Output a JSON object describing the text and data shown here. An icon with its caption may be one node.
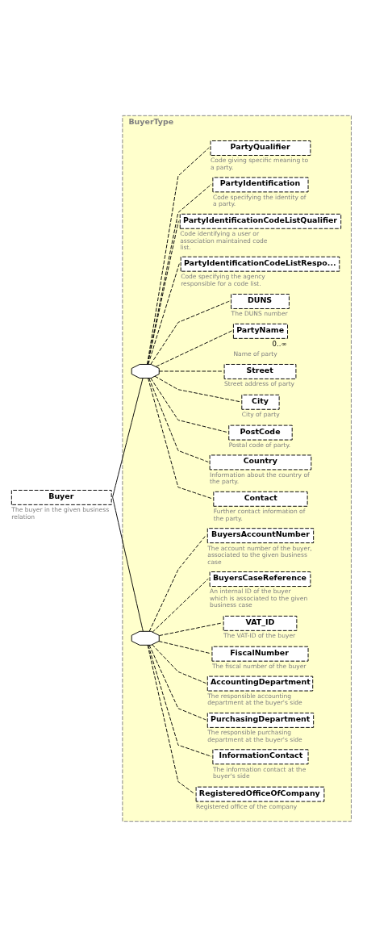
{
  "diagram": {
    "nodes": [
      {
        "text": [
          "Buyer"
        ],
        "beside": [
          "The buyer in the given business relation"
        ]
      },
      {
        "text": [
          "BuyerType"
        ]
      },
      {
        "text": [],
        "shape": "octagon",
        "in": 1
      },
      {
        "text": [
          "PartyQualifier"
        ],
        "beside": [
          "Code giving specific meaning to a party."
        ],
        "in": 1
      },
      {
        "text": [
          "PartyIdentification"
        ],
        "beside": [
          "Code specifying the identity of a party."
        ],
        "in": 1
      },
      {
        "text": [
          "PartyIdentificationCodeListQualifier"
        ],
        "beside": [
          "Code identifying a user or association maintained code list."
        ],
        "in": 1
      },
      {
        "text": [
          "PartyIdentificationCodeListRespo..."
        ],
        "beside": [
          "Code specifying the agency responsible for a code list."
        ],
        "in": 1
      },
      {
        "text": [
          "DUNS"
        ],
        "beside": [
          "The DUNS number"
        ],
        "in": 1
      },
      {
        "text": [
          "PartyName"
        ],
        "beside": [
          "0..∞",
          "Name of party"
        ],
        "in": 1
      },
      {
        "text": [
          "Street"
        ],
        "beside": [
          "Street address of party"
        ],
        "in": 1
      },
      {
        "text": [
          "City"
        ],
        "beside": [
          "City of party"
        ],
        "in": 1
      },
      {
        "text": [
          "PostCode"
        ],
        "beside": [
          "Postal code of party."
        ],
        "in": 1
      },
      {
        "text": [
          "Country"
        ],
        "beside": [
          "Information about the country of the party."
        ],
        "in": 1
      },
      {
        "text": [
          "Contact"
        ],
        "beside": [
          "Further contact information of the party."
        ],
        "in": 1
      },
      {
        "text": [],
        "shape": "octagon",
        "in": 1
      },
      {
        "text": [
          "BuyersAccountNumber"
        ],
        "beside": [
          "The account number of the buyer, associated to the given business case"
        ],
        "in": 1
      },
      {
        "text": [
          "BuyersCaseReference"
        ],
        "beside": [
          "An internal ID of the buyer which is associated to the given business case"
        ],
        "in": 1
      },
      {
        "text": [
          "VAT_ID"
        ],
        "beside": [
          "The VAT-ID of the buyer"
        ],
        "in": 1
      },
      {
        "text": [
          "FiscalNumber"
        ],
        "beside": [
          "The fiscal number of the buyer"
        ],
        "in": 1
      },
      {
        "text": [
          "AccountingDepartment"
        ],
        "beside": [
          "The responsible accounting department at the buyer's side"
        ],
        "in": 1
      },
      {
        "text": [
          "PurchasingDepartment"
        ],
        "beside": [
          "The responsible purchasing department at the buyer's side"
        ],
        "in": 1
      },
      {
        "text": [
          "InformationContact"
        ],
        "beside": [
          "The information contact at the buyer's side"
        ],
        "in": 1
      },
      {
        "text": [
          "RegisteredOfficeOfCompany"
        ],
        "beside": [
          "Registered office of the company"
        ],
        "in": 1
      }
    ],
    "edges": [
      {
        "from": 0,
        "to": 2,
        "arrow": "none"
      },
      {
        "from": 0,
        "to": 14,
        "arrow": "none"
      },
      {
        "from": 2,
        "to": 3,
        "arrow": "none",
        "style": "dashed"
      },
      {
        "from": 2,
        "to": 4,
        "arrow": "none",
        "style": "dashed"
      },
      {
        "from": 2,
        "to": 5,
        "arrow": "none",
        "style": "dashed"
      },
      {
        "from": 2,
        "to": 6,
        "arrow": "none",
        "style": "dashed"
      },
      {
        "from": 2,
        "to": 7,
        "arrow": "none",
        "style": "dashed"
      },
      {
        "from": 2,
        "to": 8,
        "arrow": "none",
        "style": "dashed"
      },
      {
        "from": 2,
        "to": 9,
        "arrow": "none",
        "style": "dashed"
      },
      {
        "from": 2,
        "to": 10,
        "arrow": "none",
        "style": "dashed"
      },
      {
        "from": 2,
        "to": 11,
        "arrow": "none",
        "style": "dashed"
      },
      {
        "from": 2,
        "to": 12,
        "arrow": "none",
        "style": "dashed"
      },
      {
        "from": 2,
        "to": 13,
        "arrow": "none",
        "style": "dashed"
      },
      {
        "from": 14,
        "to": 15,
        "arrow": "none",
        "style": "dashed"
      },
      {
        "from": 14,
        "to": 16,
        "arrow": "none",
        "style": "dashed"
      },
      {
        "from": 14,
        "to": 17,
        "arrow": "none",
        "style": "dashed"
      },
      {
        "from": 14,
        "to": 18,
        "arrow": "none",
        "style": "dashed"
      },
      {
        "from": 14,
        "to": 19,
        "arrow": "none",
        "style": "dashed"
      },
      {
        "from": 14,
        "to": 20,
        "arrow": "none",
        "style": "dashed"
      },
      {
        "from": 14,
        "to": 21,
        "arrow": "none",
        "style": "dashed"
      },
      {
        "from": 14,
        "to": 22,
        "arrow": "none",
        "style": "dashed"
      }
    ]
  }
}
